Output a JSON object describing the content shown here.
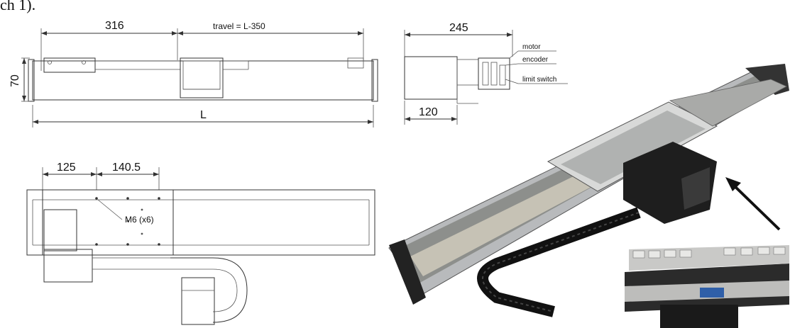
{
  "caption_fragment": "ch 1).",
  "side_view": {
    "dim_carriage_offset": "316",
    "dim_travel": "travel = L-350",
    "dim_height": "70",
    "dim_length": "L"
  },
  "end_view": {
    "dim_width": "245",
    "dim_offset": "120",
    "label_motor": "motor",
    "label_encoder": "encoder",
    "label_limit_switch": "limit switch"
  },
  "top_view": {
    "dim_first": "125",
    "dim_pitch": "140.5",
    "label_holes": "M6 (x6)"
  },
  "photo": {
    "icon": "linear-actuator-photo"
  }
}
